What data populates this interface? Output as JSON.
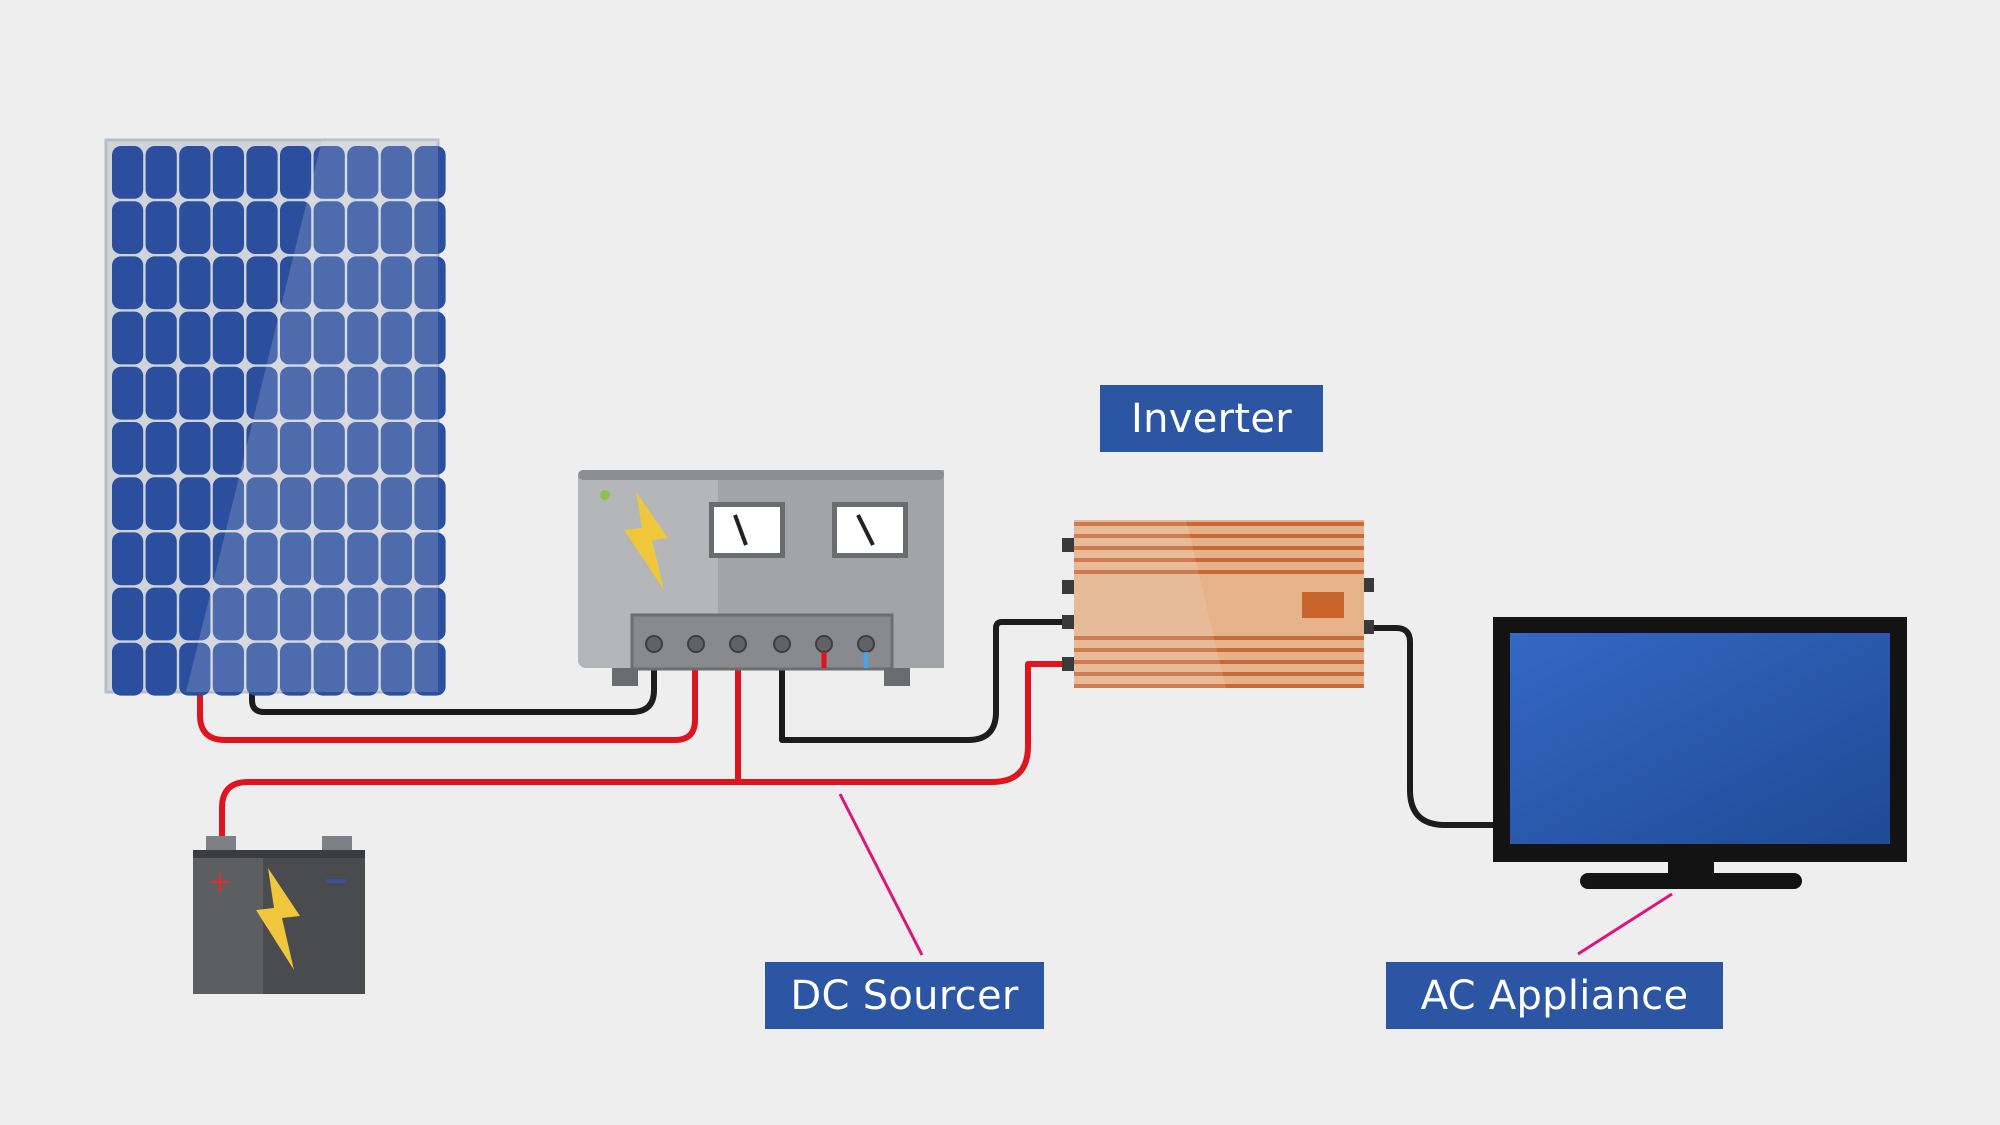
{
  "labels": {
    "inverter": "Inverter",
    "dc_source": "DC Sourcer",
    "ac_appliance": "AC Appliance"
  },
  "components": [
    {
      "name": "solar-panel",
      "icon": "solar-panel-icon"
    },
    {
      "name": "charge-controller",
      "icon": "charge-controller-icon"
    },
    {
      "name": "battery",
      "icon": "battery-icon"
    },
    {
      "name": "inverter",
      "icon": "inverter-icon"
    },
    {
      "name": "tv",
      "icon": "tv-icon"
    }
  ],
  "colors": {
    "background": "#eeeeee",
    "label_bg": "#2c56a3",
    "label_text": "#ffffff",
    "wire_positive": "#e0141e",
    "wire_negative": "#1c1c1c",
    "leader_line": "#e0137d",
    "panel_cell": "#2b4f9e",
    "inverter_body": "#e8b48a",
    "inverter_stripe": "#c8693a",
    "tv_screen": "#2e5db0"
  }
}
